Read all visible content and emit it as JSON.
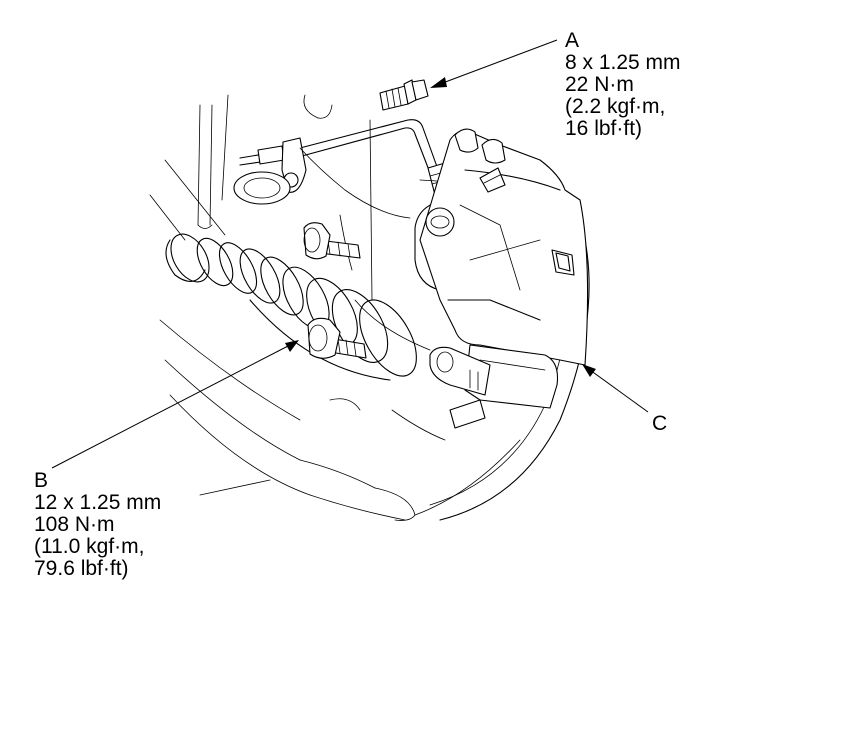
{
  "callouts": {
    "a": {
      "letter": "A",
      "spec": "8 x 1.25 mm",
      "torque_nm": "22 N·m",
      "torque_kgf_line1": "(2.2 kgf·m,",
      "torque_lbf_line2": "16 lbf·ft)"
    },
    "b": {
      "letter": "B",
      "spec": "12 x 1.25 mm",
      "torque_nm": "108 N·m",
      "torque_kgf_line1": "(11.0 kgf·m,",
      "torque_lbf_line2": "79.6 lbf·ft)"
    },
    "c": {
      "letter": "C"
    }
  },
  "colors": {
    "line": "#000000",
    "background": "#ffffff"
  }
}
